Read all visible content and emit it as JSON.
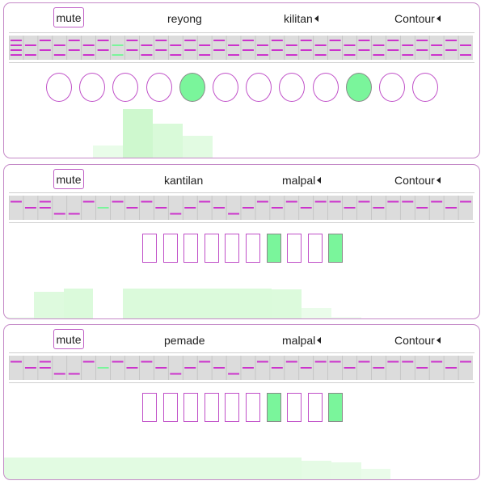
{
  "colors": {
    "panel_border": "#c58ac8",
    "note": "#cc33cc",
    "active": "#7af59b",
    "grid_bg": "#dcdcdc"
  },
  "panels": [
    {
      "mute_label": "mute",
      "instrument": "reyong",
      "pattern": "kilitan",
      "mode": "Contour",
      "beat_shape": "circle",
      "beats": [
        false,
        false,
        false,
        false,
        true,
        false,
        false,
        false,
        false,
        true,
        false,
        false
      ],
      "notes_seq": [
        [
          0,
          1,
          2,
          3
        ],
        [
          1,
          3
        ],
        [
          0,
          2
        ],
        [
          1,
          3
        ],
        [
          0,
          2
        ],
        [
          1,
          3
        ],
        [
          0,
          2
        ],
        [
          1,
          3
        ],
        [
          0,
          2
        ],
        [
          1,
          3
        ],
        [
          0,
          2
        ],
        [
          1,
          3
        ],
        [
          0,
          2
        ],
        [
          1,
          3
        ],
        [
          0,
          2
        ],
        [
          1,
          3
        ],
        [
          0,
          2
        ],
        [
          1,
          3
        ],
        [
          0,
          2
        ],
        [
          1,
          3
        ],
        [
          0,
          2
        ],
        [
          1,
          3
        ],
        [
          0,
          2
        ],
        [
          1,
          3
        ],
        [
          0,
          2
        ],
        [
          1,
          3
        ],
        [
          0,
          2
        ],
        [
          1,
          3
        ],
        [
          0,
          2
        ],
        [
          1,
          3
        ],
        [
          0,
          2
        ],
        [
          1,
          3
        ]
      ],
      "highlight_col": 7,
      "histogram": [
        0,
        0,
        0,
        0.25,
        1,
        0.7,
        0.45,
        0,
        0,
        0,
        0,
        0,
        0,
        0,
        0,
        0
      ]
    },
    {
      "mute_label": "mute",
      "instrument": "kantilan",
      "pattern": "malpal",
      "mode": "Contour",
      "beat_shape": "rect",
      "beats": [
        false,
        false,
        false,
        false,
        false,
        false,
        true,
        false,
        false,
        true
      ],
      "notes_seq": [
        [
          0
        ],
        [
          1
        ],
        [
          0,
          1
        ],
        [
          2
        ],
        [
          2
        ],
        [
          0
        ],
        [
          1
        ],
        [
          0
        ],
        [
          1
        ],
        [
          0
        ],
        [
          1
        ],
        [
          2
        ],
        [
          1
        ],
        [
          0
        ],
        [
          1
        ],
        [
          2
        ],
        [
          1
        ],
        [
          0
        ],
        [
          1
        ],
        [
          0
        ],
        [
          1
        ],
        [
          0
        ],
        [
          0
        ],
        [
          1
        ],
        [
          0
        ],
        [
          1
        ],
        [
          0
        ],
        [
          0
        ],
        [
          1
        ],
        [
          0
        ],
        [
          1
        ],
        [
          0
        ]
      ],
      "highlight_col": 6,
      "histogram": [
        0.04,
        0.55,
        0.62,
        0,
        0.62,
        0.62,
        0.62,
        0.62,
        0.62,
        0.6,
        0.22,
        0.04,
        0,
        0,
        0,
        0
      ]
    },
    {
      "mute_label": "mute",
      "instrument": "pemade",
      "pattern": "malpal",
      "mode": "Contour",
      "beat_shape": "rect",
      "beats": [
        false,
        false,
        false,
        false,
        false,
        false,
        true,
        false,
        false,
        true
      ],
      "notes_seq": [
        [
          0
        ],
        [
          1
        ],
        [
          0,
          1
        ],
        [
          2
        ],
        [
          2
        ],
        [
          0
        ],
        [
          1
        ],
        [
          0
        ],
        [
          1
        ],
        [
          0
        ],
        [
          1
        ],
        [
          2
        ],
        [
          1
        ],
        [
          0
        ],
        [
          1
        ],
        [
          2
        ],
        [
          1
        ],
        [
          0
        ],
        [
          1
        ],
        [
          0
        ],
        [
          1
        ],
        [
          0
        ],
        [
          0
        ],
        [
          1
        ],
        [
          0
        ],
        [
          1
        ],
        [
          0
        ],
        [
          0
        ],
        [
          1
        ],
        [
          0
        ],
        [
          1
        ],
        [
          0
        ]
      ],
      "highlight_col": 6,
      "histogram": [
        0.45,
        0.45,
        0.45,
        0.45,
        0.45,
        0.45,
        0.45,
        0.45,
        0.45,
        0.45,
        0.38,
        0.35,
        0.22,
        0,
        0,
        0
      ]
    }
  ]
}
